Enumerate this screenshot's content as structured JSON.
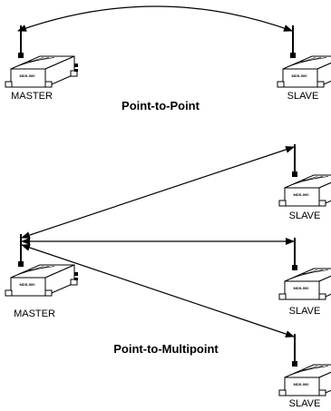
{
  "sections": [
    {
      "title": "Point-to-Point"
    },
    {
      "title": "Point-to-Multipoint"
    }
  ],
  "radios": [
    {
      "role": "MASTER",
      "model": "MDS-900"
    },
    {
      "role": "SLAVE",
      "model": "MDS-900"
    },
    {
      "role": "MASTER",
      "model": "MDS-900"
    },
    {
      "role": "SLAVE",
      "model": "MDS-900"
    },
    {
      "role": "SLAVE",
      "model": "MDS-900"
    },
    {
      "role": "SLAVE",
      "model": "MDS-900"
    }
  ],
  "colors": {
    "line": "#000000",
    "background": "#ffffff"
  }
}
